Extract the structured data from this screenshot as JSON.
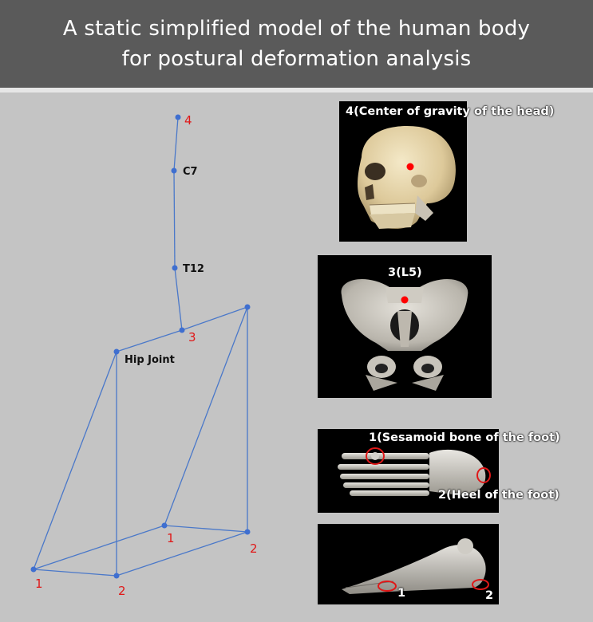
{
  "header": {
    "title_line1": "A static simplified model of the human body",
    "title_line2": "for postural deformation analysis"
  },
  "model": {
    "labels": {
      "p4": "4",
      "c7": "C7",
      "t12": "T12",
      "p3": "3",
      "hip": "Hip Joint",
      "right_1": "1",
      "right_2": "2",
      "left_1": "1",
      "left_2": "2"
    },
    "colors": {
      "line": "#4a78c9",
      "point": "#3f6fd0",
      "number": "#e01818",
      "text": "#111111"
    }
  },
  "panels": {
    "head": {
      "label": "4(Center of gravity of the head)"
    },
    "pelvis": {
      "label": "3(L5)"
    },
    "foot_top": {
      "label_1": "1(Sesamoid bone of the foot)",
      "label_2": "2(Heel of the foot)"
    },
    "foot_side": {
      "label_1": "1",
      "label_2": "2"
    }
  }
}
